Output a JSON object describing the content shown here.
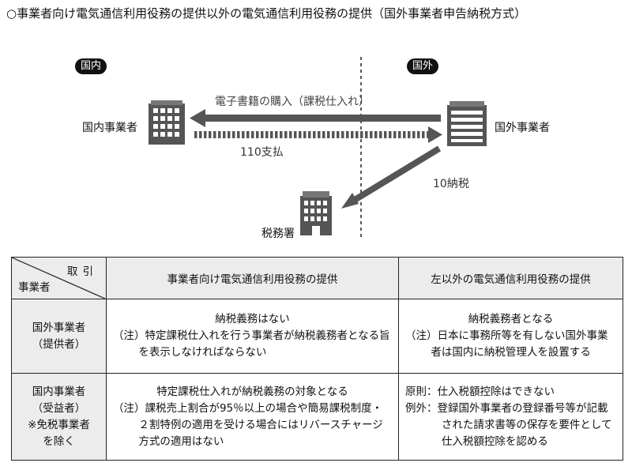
{
  "title": "○事業者向け電気通信利用役務の提供以外の電気通信利用役務の提供（国外事業者申告納税方式）",
  "diagram": {
    "domestic_tag": "国内",
    "foreign_tag": "国外",
    "domestic_business": "国内事業者",
    "foreign_business": "国外事業者",
    "tax_office": "税務署",
    "purchase_label": "電子書籍の購入（課税仕入れ）",
    "payment_label": "110支払",
    "tax_label": "10納税"
  },
  "table": {
    "corner_top": "取引",
    "corner_bottom": "事業者",
    "col1_header": "事業者向け電気通信利用役務の提供",
    "col2_header": "左以外の電気通信利用役務の提供",
    "row1": {
      "head_line1": "国外事業者",
      "head_line2": "（提供者）",
      "col1_line1": "納税義務はない",
      "col1_note": "（注）特定課税仕入れを行う事業者が納税義務者となる旨を表示しなければならない",
      "col2_line1": "納税義務者となる",
      "col2_note": "（注）日本に事務所等を有しない国外事業者は国内に納税管理人を設置する"
    },
    "row2": {
      "head_line1": "国内事業者",
      "head_line2": "（受益者）",
      "head_line3": "※免税事業者",
      "head_line4": "を除く",
      "col1_line1": "特定課税仕入れが納税義務の対象となる",
      "col1_note": "（注）課税売上割合が95％以上の場合や簡易課税制度・２割特例の適用を受ける場合にはリバースチャージ方式の適用はない",
      "col2_line1": "原則：仕入税額控除はできない",
      "col2_line2": "例外：登録国外事業者の登録番号等が記載された請求書等の保存を要件として仕入税額控除を認める"
    }
  }
}
